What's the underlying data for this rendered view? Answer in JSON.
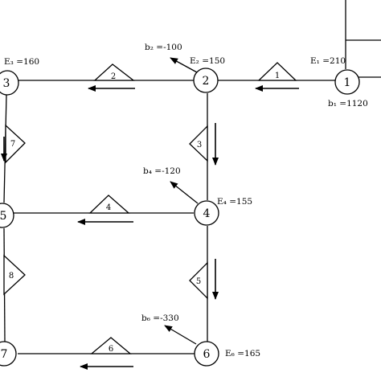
{
  "nodes": [
    {
      "id": "1",
      "label": "1"
    },
    {
      "id": "2",
      "label": "2"
    },
    {
      "id": "3",
      "label": "3"
    },
    {
      "id": "4",
      "label": "4"
    },
    {
      "id": "5",
      "label": "5"
    },
    {
      "id": "6",
      "label": "6"
    },
    {
      "id": "7",
      "label": "7"
    }
  ],
  "edges": [
    {
      "id": "e1",
      "label": "1",
      "from": "1",
      "to": "2"
    },
    {
      "id": "e2",
      "label": "2",
      "from": "2",
      "to": "3"
    },
    {
      "id": "e3",
      "label": "3",
      "from": "2",
      "to": "4"
    },
    {
      "id": "e4",
      "label": "4",
      "from": "4",
      "to": "5"
    },
    {
      "id": "e5",
      "label": "5",
      "from": "4",
      "to": "6"
    },
    {
      "id": "e6",
      "label": "6",
      "from": "6",
      "to": "7"
    },
    {
      "id": "e7",
      "label": "7",
      "from": "3",
      "to": "5"
    },
    {
      "id": "e8",
      "label": "8",
      "from": "5",
      "to": "7"
    }
  ],
  "annotations": {
    "E1": "E₁ =210",
    "b1": "b₁ =1120",
    "E2": "E₂ =150",
    "b2": "b₂ =-100",
    "E3": "E₃ =160",
    "E4": "E₄ =155",
    "b4": "b₄ =-120",
    "E6": "E₆ =165",
    "b6": "b₆ =-330"
  }
}
